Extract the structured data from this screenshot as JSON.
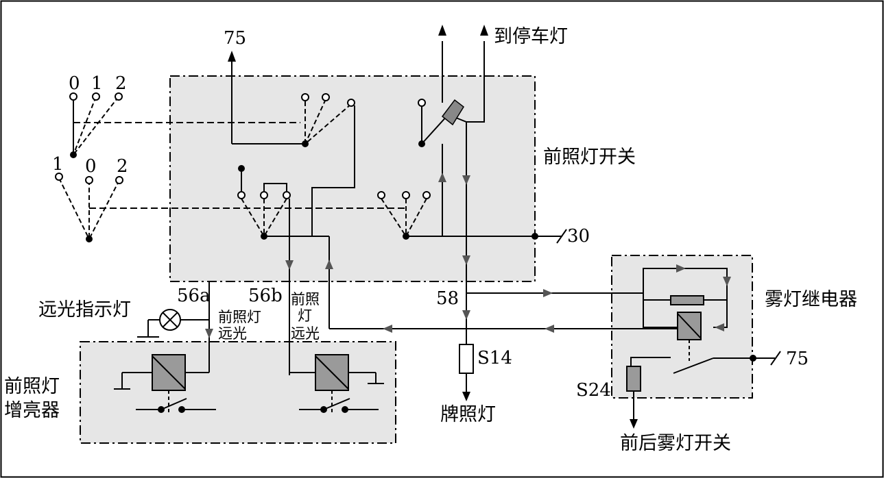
{
  "labels": {
    "terminal_75_top": "75",
    "to_parking_lamp": "到停车灯",
    "headlamp_switch": "前照灯开关",
    "terminal_30": "30",
    "fog_relay": "雾灯继电器",
    "terminal_75_right": "75",
    "high_beam_indicator": "远光指示灯",
    "terminal_56a": "56a",
    "terminal_56b": "56b",
    "headlamp_high_left_1": "前照灯",
    "headlamp_high_left_2": "远光",
    "headlamp_high_right_1": "前照",
    "headlamp_high_right_2": "灯",
    "headlamp_high_right_3": "远光",
    "terminal_58": "58",
    "fuse_s14": "S14",
    "license_lamp": "牌照灯",
    "fuse_s24": "S24",
    "fog_switch": "前后雾灯开关",
    "booster_1": "前照灯",
    "booster_2": "增亮器"
  },
  "switch_positions": {
    "upper": [
      "0",
      "1",
      "2"
    ],
    "lower": [
      "1",
      "0",
      "2"
    ]
  },
  "colors": {
    "box_fill": "#e6e6e6",
    "line": "#000000",
    "arrow_grey": "#555555",
    "component_fill": "#9a9a9a"
  }
}
